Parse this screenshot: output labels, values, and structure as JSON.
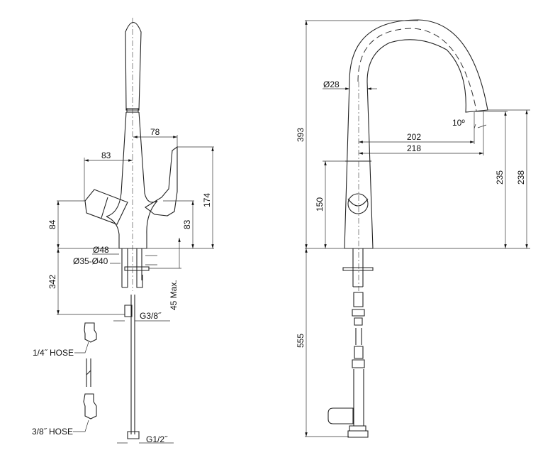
{
  "front_view": {
    "dims": {
      "d78": "78",
      "d83_horizontal": "83",
      "d84": "84",
      "d174": "174",
      "d83_vertical": "83",
      "dia48": "Ø48",
      "dia35_40": "Ø35-Ø40",
      "d342": "342",
      "d45max": "45 Max.",
      "g38": "G3/8˝",
      "g12": "G1/2˝"
    },
    "labels": {
      "hose14": "1/4˝ HOSE",
      "hose38": "3/8˝ HOSE"
    }
  },
  "side_view": {
    "dims": {
      "d393": "393",
      "d555": "555",
      "dia28": "Ø28",
      "d202": "202",
      "d218": "218",
      "angle": "10º",
      "d150": "150",
      "d235": "235",
      "d238": "238"
    }
  }
}
